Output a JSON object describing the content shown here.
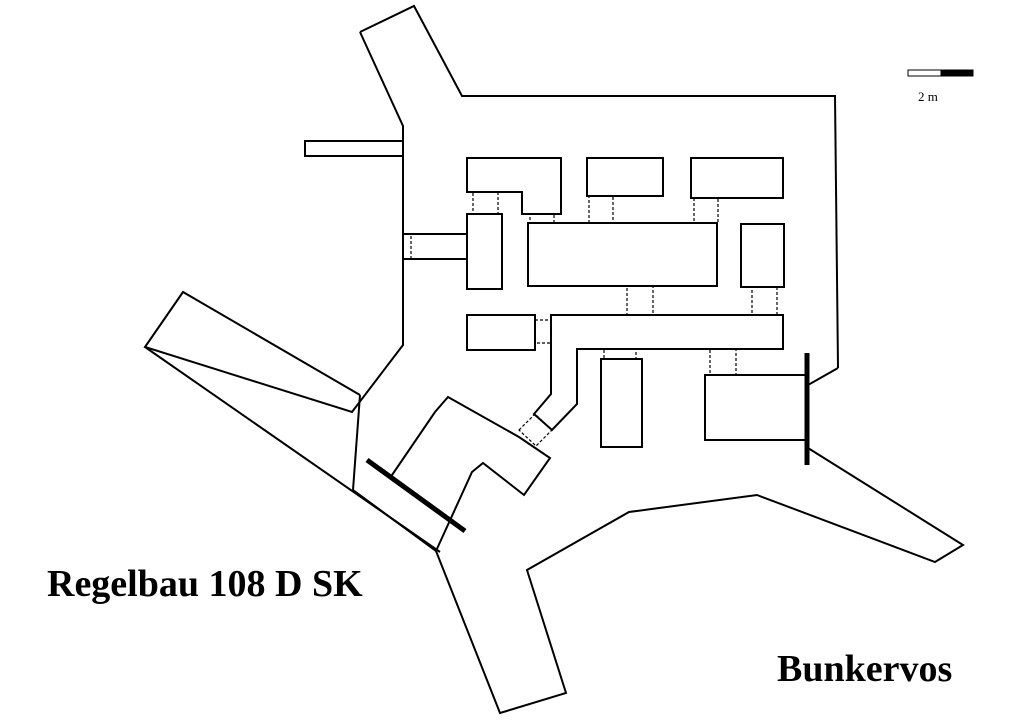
{
  "diagram": {
    "title": "Regelbau 108 D SK",
    "author": "Bunkervos",
    "scale_label": "2 m",
    "line_color": "#000000",
    "background_color": "#ffffff"
  }
}
